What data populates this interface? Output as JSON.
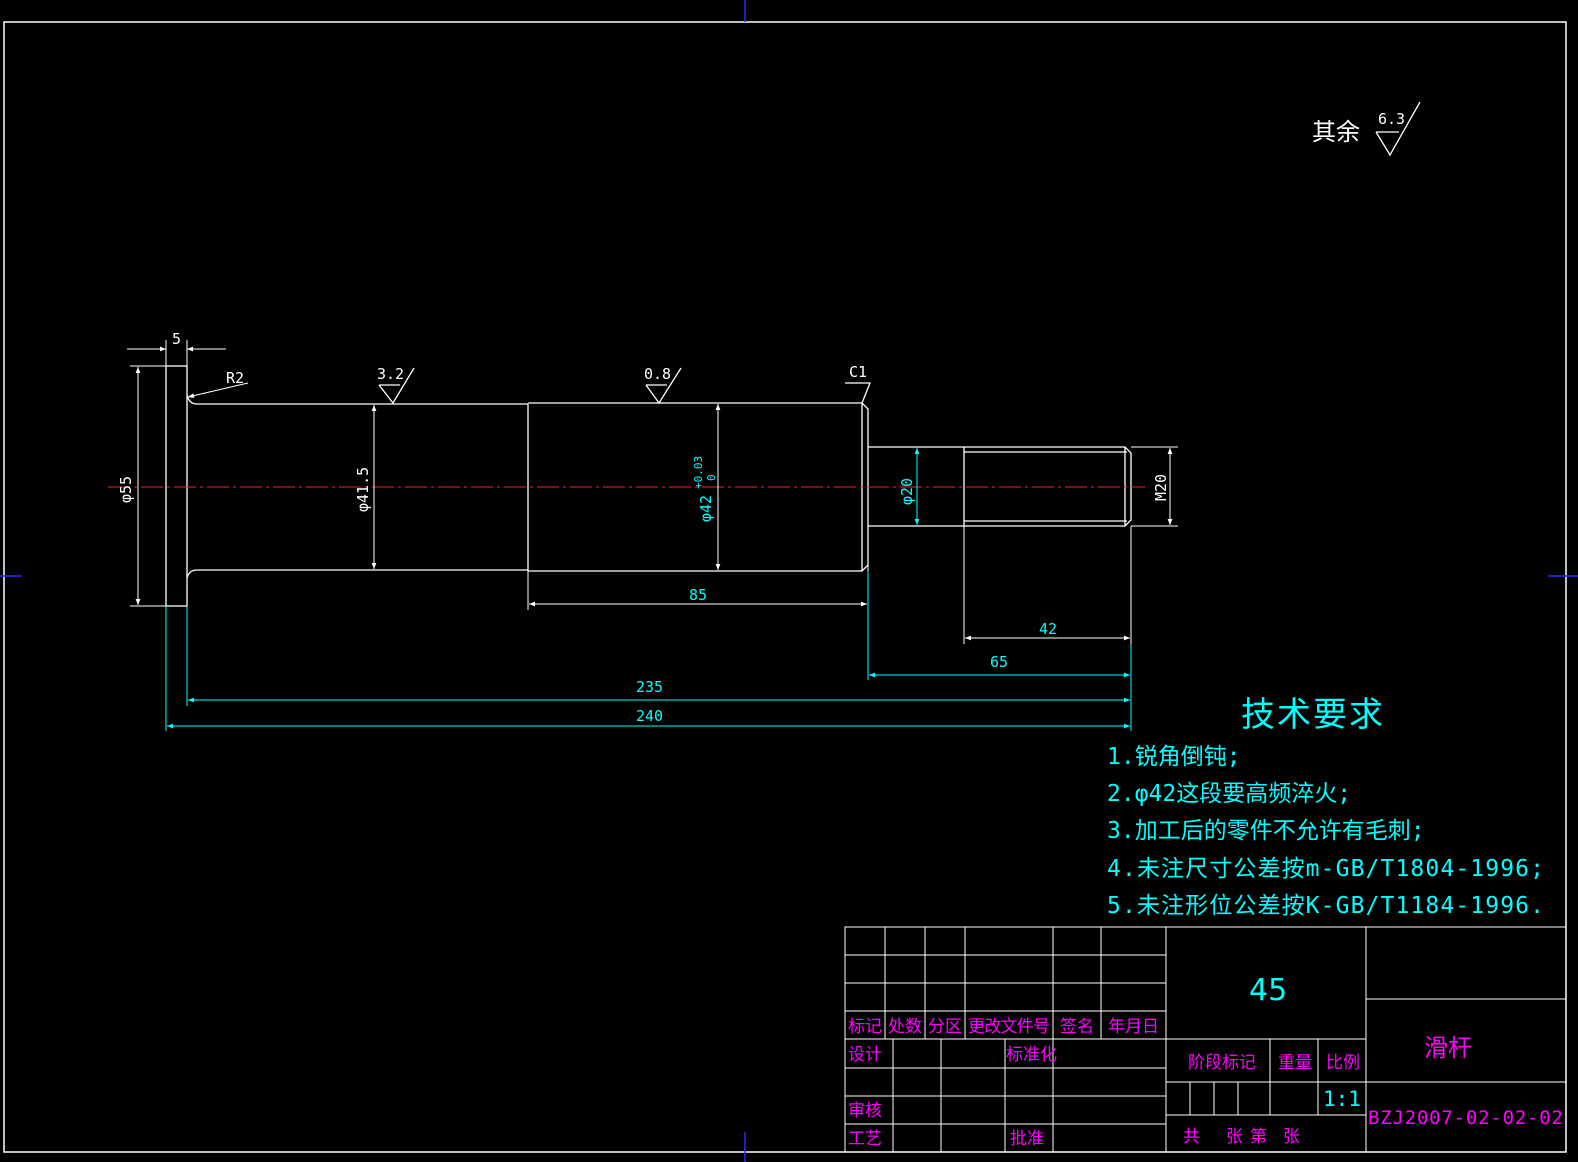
{
  "surface_finish": {
    "other_label": "其余",
    "other_value": "6.3",
    "v1": "3.2",
    "v2": "0.8"
  },
  "dims": {
    "d55": "φ55",
    "d415": "φ41.5",
    "d42": "φ42",
    "d42_tol_upper": "+0.03",
    "d42_tol_lower": "0",
    "d20": "φ20",
    "m20": "M20",
    "r2": "R2",
    "c1": "C1",
    "w5": "5",
    "l85": "85",
    "l42": "42",
    "l65": "65",
    "l235": "235",
    "l240": "240"
  },
  "tech": {
    "title": "技术要求",
    "items": [
      "1.锐角倒钝;",
      "2.φ42这段要高频淬火;",
      "3.加工后的零件不允许有毛刺;",
      "4.未注尺寸公差按m-GB/T1804-1996;",
      "5.未注形位公差按K-GB/T1184-1996."
    ]
  },
  "title_block": {
    "material": "45",
    "part_name": "滑杆",
    "drawing_no": "BZJ2007-02-02-02",
    "scale": "1:1",
    "headers": [
      "标记",
      "处数",
      "分区",
      "更改文件号",
      "签名",
      "年月日"
    ],
    "design": "设计",
    "standardize": "标准化",
    "review": "审核",
    "process": "工艺",
    "approve": "批准",
    "stage_mark": "阶段标记",
    "weight": "重量",
    "scale_label": "比例",
    "sheets_total": "共",
    "sheets_zhang": "张",
    "sheet_no": "第",
    "sheet_zhang2": "张"
  }
}
